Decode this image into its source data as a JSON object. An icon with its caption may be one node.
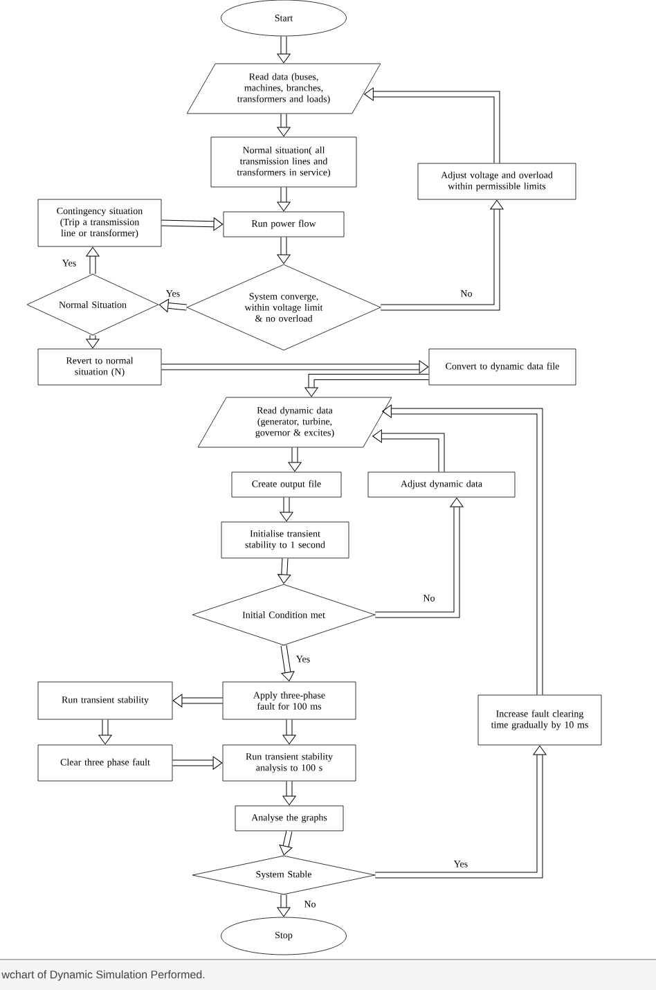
{
  "diagram": {
    "caption": "wchart of Dynamic Simulation Performed.",
    "nodes": [
      {
        "text": [
          "Start"
        ]
      },
      {
        "text": [
          "Read data (buses, machines, branches, transformers and loads)"
        ]
      },
      {
        "text": [
          "Normal situation( all transmission lines and transformers in service)"
        ]
      },
      {
        "text": [
          "Adjust voltage and overload within permissible limits"
        ]
      },
      {
        "text": [
          "Contingency situation (Trip a transmission line or transformer)"
        ]
      },
      {
        "text": [
          "Run power flow"
        ]
      },
      {
        "text": [
          "Normal Situation"
        ]
      },
      {
        "text": [
          "System converge, within voltage limit & no overload"
        ]
      },
      {
        "text": [
          "Revert to normal situation (N)"
        ]
      },
      {
        "text": [
          "Convert to dynamic data file"
        ]
      },
      {
        "text": [
          "Read dynamic data (generator, turbine, governor & excites)"
        ]
      },
      {
        "text": [
          "Create output file"
        ]
      },
      {
        "text": [
          "Adjust dynamic data"
        ]
      },
      {
        "text": [
          "Initialise transient stability to 1 second"
        ]
      },
      {
        "text": [
          "Initial Condition met"
        ]
      },
      {
        "text": [
          "Run transient stability"
        ]
      },
      {
        "text": [
          "Apply three-phase fault for 100 ms"
        ]
      },
      {
        "text": [
          "Increase fault clearing time gradually by 10 ms"
        ]
      },
      {
        "text": [
          "Clear three phase fault"
        ]
      },
      {
        "text": [
          "Run transient stability analysis to 100 s"
        ]
      },
      {
        "text": [
          "Analyse the graphs"
        ]
      },
      {
        "text": [
          "System Stable"
        ]
      },
      {
        "text": [
          "Stop"
        ]
      }
    ],
    "edges": [
      {
        "from": 0,
        "to": 1,
        "arrow": "to"
      },
      {
        "from": 1,
        "to": 2,
        "arrow": "to"
      },
      {
        "from": 2,
        "to": 5,
        "arrow": "to"
      },
      {
        "from": 4,
        "to": 5,
        "arrow": "to"
      },
      {
        "from": 5,
        "to": 7,
        "arrow": "to"
      },
      {
        "from": 7,
        "to": 6,
        "arrow": "to",
        "label": "Yes"
      },
      {
        "from": 7,
        "to": 3,
        "arrow": "to",
        "label": "No"
      },
      {
        "from": 3,
        "to": 1,
        "arrow": "to"
      },
      {
        "from": 6,
        "to": 4,
        "arrow": "to",
        "label": "Yes"
      },
      {
        "from": 6,
        "to": 8,
        "arrow": "to"
      },
      {
        "from": 8,
        "to": 9,
        "arrow": "to"
      },
      {
        "from": 9,
        "to": 10,
        "arrow": "to"
      },
      {
        "from": 10,
        "to": 11,
        "arrow": "to"
      },
      {
        "from": 11,
        "to": 13,
        "arrow": "to"
      },
      {
        "from": 13,
        "to": 14,
        "arrow": "to"
      },
      {
        "from": 14,
        "to": 12,
        "arrow": "to",
        "label": "No"
      },
      {
        "from": 12,
        "to": 10,
        "arrow": "to"
      },
      {
        "from": 14,
        "to": 16,
        "arrow": "to",
        "label": "Yes"
      },
      {
        "from": 16,
        "to": 15,
        "arrow": "to"
      },
      {
        "from": 15,
        "to": 18,
        "arrow": "to"
      },
      {
        "from": 18,
        "to": 19,
        "arrow": "to"
      },
      {
        "from": 16,
        "to": 19,
        "arrow": "to"
      },
      {
        "from": 19,
        "to": 20,
        "arrow": "to"
      },
      {
        "from": 20,
        "to": 21,
        "arrow": "to"
      },
      {
        "from": 21,
        "to": 22,
        "arrow": "to",
        "label": "No"
      },
      {
        "from": 21,
        "to": 17,
        "arrow": "to",
        "label": "Yes"
      },
      {
        "from": 17,
        "to": 10,
        "arrow": "to"
      }
    ]
  }
}
